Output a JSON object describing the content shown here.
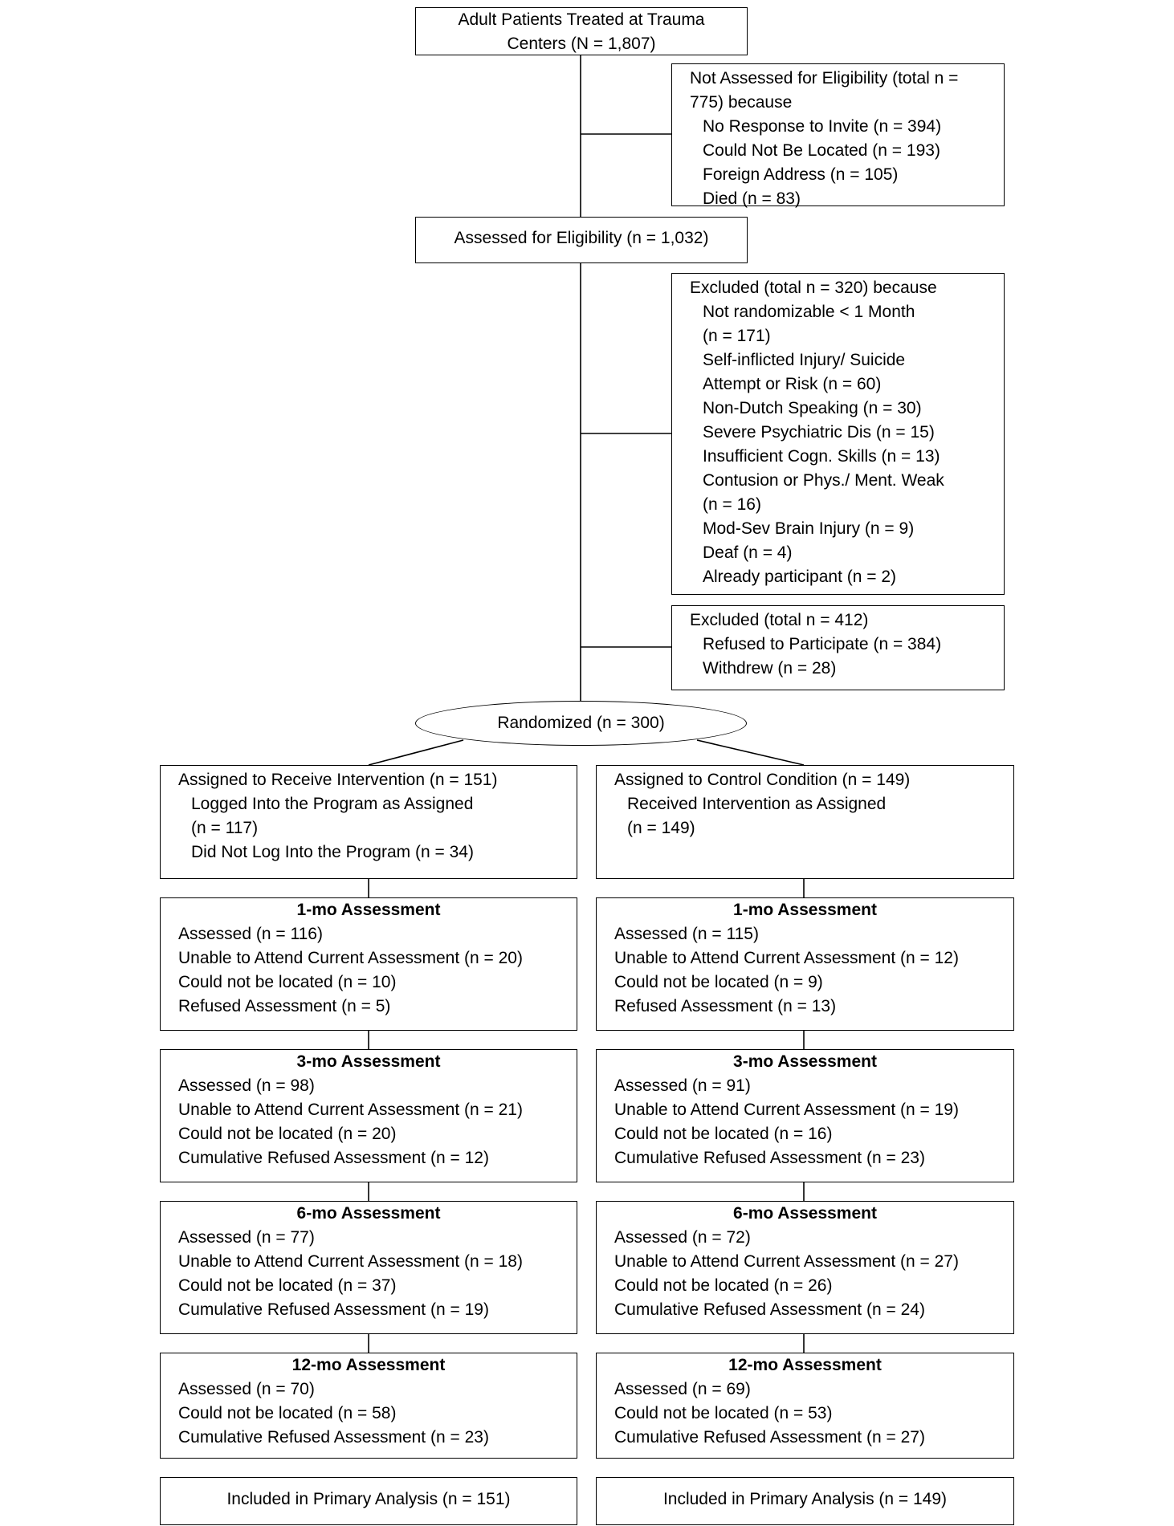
{
  "top": {
    "lines": [
      "Adult Patients Treated at Trauma",
      "Centers (N = 1,807)"
    ]
  },
  "not_assessed": {
    "lines": [
      "Not Assessed for Eligibility (total n =",
      "775) because",
      "No Response to Invite (n = 394)",
      "Could Not Be Located (n = 193)",
      "Foreign Address (n = 105)",
      "Died (n = 83)"
    ]
  },
  "assessed": {
    "label": "Assessed for Eligibility (n = 1,032)"
  },
  "excluded_1": {
    "lines": [
      "Excluded (total n = 320) because",
      "Not randomizable < 1 Month",
      "(n = 171)",
      "Self-inflicted Injury/ Suicide",
      "Attempt or Risk (n = 60)",
      "Non-Dutch Speaking (n = 30)",
      "Severe Psychiatric Dis (n = 15)",
      "Insufficient Cogn. Skills (n = 13)",
      "Contusion or Phys./ Ment. Weak",
      "(n = 16)",
      "Mod-Sev Brain Injury (n = 9)",
      "Deaf (n = 4)",
      "Already participant (n = 2)"
    ]
  },
  "excluded_2": {
    "lines": [
      "Excluded (total n = 412)",
      "Refused to Participate (n = 384)",
      "Withdrew (n = 28)"
    ]
  },
  "randomized": {
    "label": "Randomized (n = 300)"
  },
  "intervention": {
    "assign": [
      "Assigned to Receive Intervention (n = 151)",
      "Logged Into the Program as Assigned",
      "(n = 117)",
      "Did Not Log Into the Program (n = 34)"
    ],
    "mo1": {
      "title": "1-mo Assessment",
      "lines": [
        "Assessed (n = 116)",
        "Unable to Attend Current Assessment (n = 20)",
        "Could not be located (n = 10)",
        "Refused Assessment (n = 5)"
      ]
    },
    "mo3": {
      "title": "3-mo Assessment",
      "lines": [
        "Assessed (n = 98)",
        "Unable to Attend Current Assessment (n = 21)",
        "Could not be located (n = 20)",
        "Cumulative Refused Assessment (n = 12)"
      ]
    },
    "mo6": {
      "title": "6-mo Assessment",
      "lines": [
        "Assessed (n = 77)",
        "Unable to Attend Current Assessment (n = 18)",
        "Could not be located (n = 37)",
        "Cumulative Refused Assessment (n = 19)"
      ]
    },
    "mo12": {
      "title": "12-mo Assessment",
      "lines": [
        "Assessed (n = 70)",
        "Could not be located (n = 58)",
        "Cumulative Refused Assessment (n = 23)"
      ]
    },
    "analysis": "Included in Primary Analysis (n = 151)"
  },
  "control": {
    "assign": [
      "Assigned to Control Condition (n = 149)",
      "Received Intervention as Assigned",
      "(n = 149)"
    ],
    "mo1": {
      "title": "1-mo Assessment",
      "lines": [
        "Assessed (n = 115)",
        "Unable to Attend Current Assessment (n = 12)",
        "Could not be located (n = 9)",
        "Refused Assessment (n = 13)"
      ]
    },
    "mo3": {
      "title": "3-mo Assessment",
      "lines": [
        "Assessed (n = 91)",
        "Unable to Attend Current Assessment (n = 19)",
        "Could not be located (n = 16)",
        "Cumulative Refused Assessment (n = 23)"
      ]
    },
    "mo6": {
      "title": "6-mo Assessment",
      "lines": [
        "Assessed (n = 72)",
        "Unable to Attend Current Assessment (n = 27)",
        "Could not be located (n = 26)",
        "Cumulative Refused Assessment (n = 24)"
      ]
    },
    "mo12": {
      "title": "12-mo Assessment",
      "lines": [
        "Assessed (n = 69)",
        "Could not be located (n = 53)",
        "Cumulative Refused Assessment (n = 27)"
      ]
    },
    "analysis": "Included in Primary Analysis (n = 149)"
  }
}
